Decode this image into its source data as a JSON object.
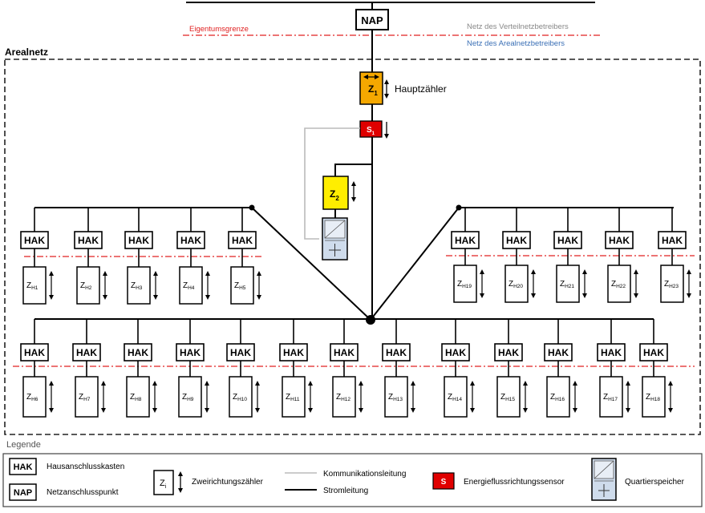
{
  "header": {
    "nap": "NAP",
    "eigentumsgrenze": "Eigentumsgrenze",
    "netz_verteil": "Netz des Verteilnetzbetreibers",
    "netz_areal": "Netz des Arealnetzbetreibers",
    "arealnetz": "Arealnetz"
  },
  "main": {
    "z1_label": "Z",
    "z1_sub": "1",
    "hauptzaehler": "Hauptzähler",
    "sensor_label": "S",
    "sensor_sub": "1",
    "z2_label": "Z",
    "z2_sub": "2"
  },
  "hak_label": "HAK",
  "meters": {
    "upper_left": [
      "H1",
      "H2",
      "H3",
      "H4",
      "H5"
    ],
    "upper_right": [
      "H19",
      "H20",
      "H21",
      "H22",
      "H23"
    ],
    "lower": [
      "H6",
      "H7",
      "H8",
      "H9",
      "H10",
      "H11",
      "H12",
      "H13",
      "H14",
      "H15",
      "H16",
      "H17",
      "H18"
    ]
  },
  "legend": {
    "title": "Legende",
    "hak_abbr": "HAK",
    "hak_text": "Hausanschlusskasten",
    "nap_abbr": "NAP",
    "nap_text": "Netzanschlusspunkt",
    "zi_label": "Z",
    "zi_sub": "i",
    "zi_text": "Zweirichtungszähler",
    "komm_text": "Kommunikationsleitung",
    "strom_text": "Stromleitung",
    "s_label": "S",
    "s_text": "Energieflussrichtungssensor",
    "speicher_text": "Quartierspeicher"
  },
  "colors": {
    "property_line": "#e02020",
    "z1_fill": "#f5a800",
    "z2_fill": "#ffee00",
    "sensor_fill": "#e00000",
    "comm_line": "#bbbbbb",
    "storage_fill": "#cfdcec",
    "netz_verteil_text": "#888888",
    "netz_areal_text": "#3a6fb5"
  },
  "icons": {
    "arrow": "up-down-arrow",
    "storage": "quartierspeicher-icon"
  }
}
